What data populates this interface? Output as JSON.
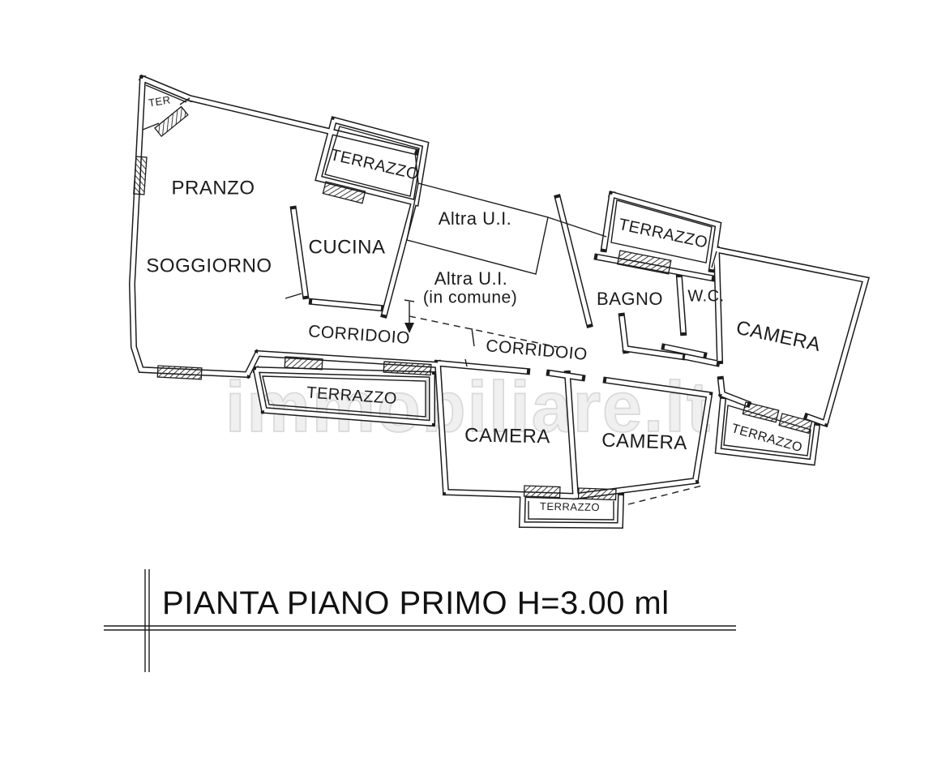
{
  "plan": {
    "title": "PIANTA PIANO PRIMO H=3.00 ml",
    "watermark": "immobiliare.it",
    "labels": {
      "ter": "TER",
      "pranzo": "PRANZO",
      "soggiorno": "SOGGIORNO",
      "cucina": "CUCINA",
      "terrazzo_top": "TERRAZZO",
      "altra_ui": "Altra U.I.",
      "altra_ui_comune_1": "Altra U.I.",
      "altra_ui_comune_2": "(in comune)",
      "terrazzo_upper_right": "TERRAZZO",
      "bagno": "BAGNO",
      "wc": "W.C.",
      "camera_right": "CAMERA",
      "corridoio_left": "CORRIDOIO",
      "corridoio_right": "CORRIDOIO",
      "terrazzo_mid": "TERRAZZO",
      "camera_mid": "CAMERA",
      "camera_bottom": "CAMERA",
      "terrazzo_right": "TERRAZZO",
      "terrazzo_bottom": "TERRAZZO"
    },
    "colors": {
      "wall": "#1c1c1c",
      "background": "#ffffff",
      "watermark_fill": "#f0f0f0",
      "watermark_stroke": "#dadada"
    }
  }
}
